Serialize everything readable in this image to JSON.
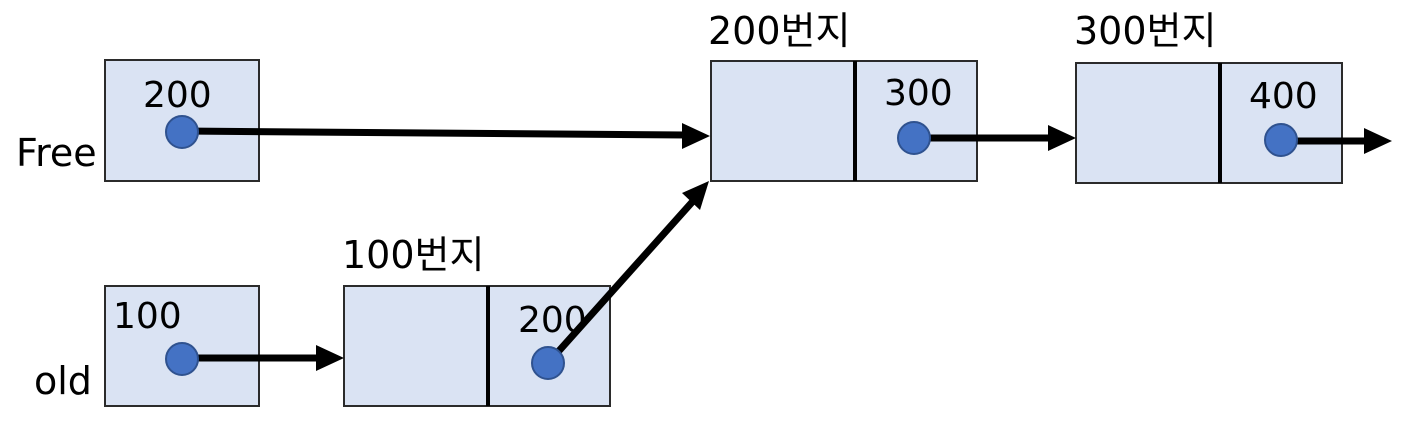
{
  "colors": {
    "box_fill": "#dae3f3",
    "pointer_dot": "#4472c4",
    "arrow": "#000000"
  },
  "variables": {
    "free": {
      "name": "Free",
      "value": "200"
    },
    "old": {
      "name": "old",
      "value": "100"
    }
  },
  "nodes": [
    {
      "address": "100번지",
      "next": "200"
    },
    {
      "address": "200번지",
      "next": "300"
    },
    {
      "address": "300번지",
      "next": "400"
    }
  ]
}
